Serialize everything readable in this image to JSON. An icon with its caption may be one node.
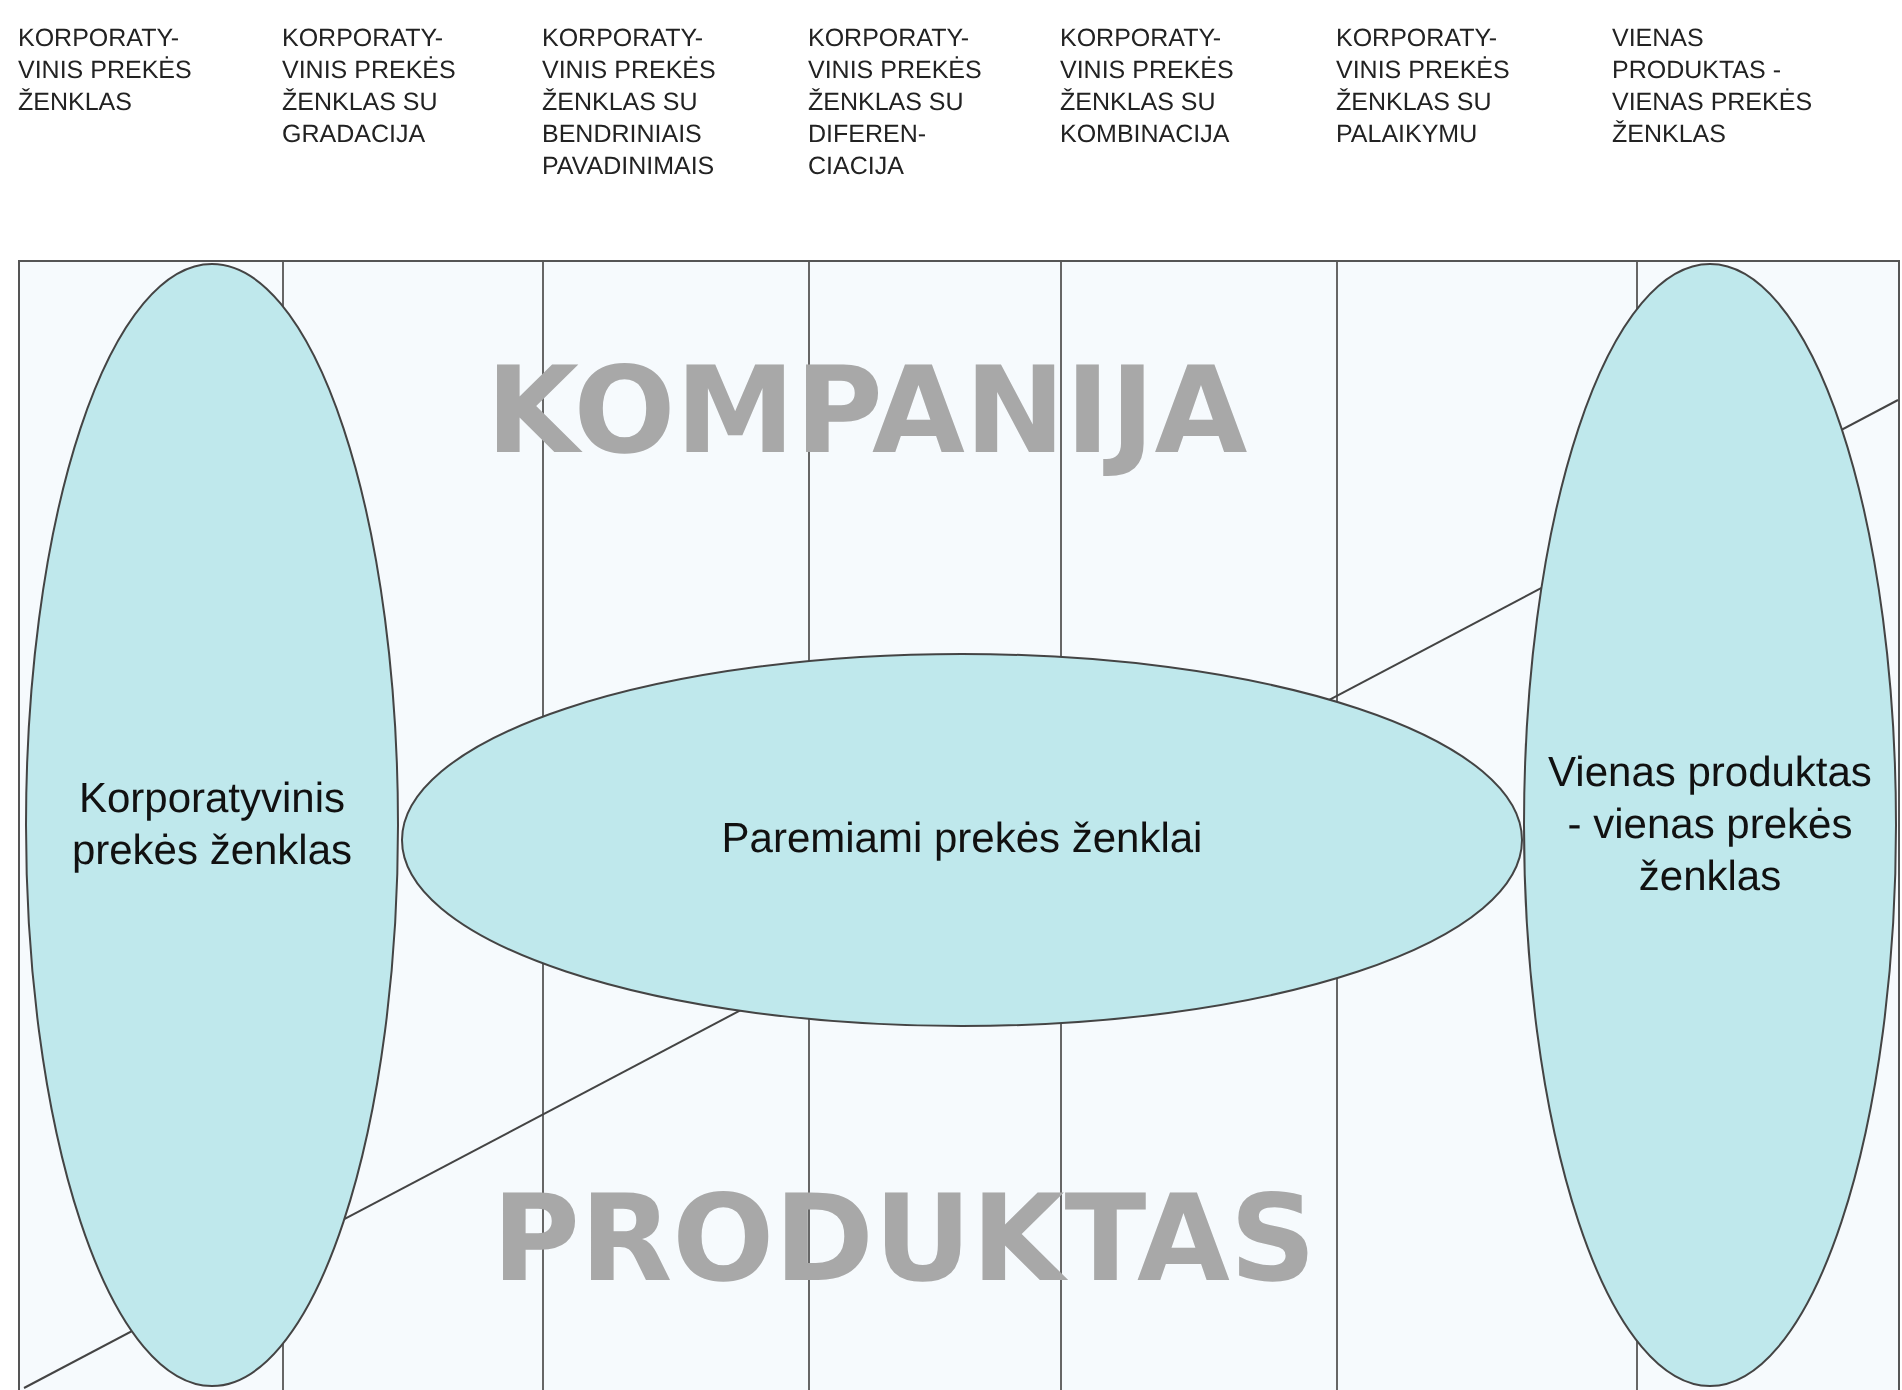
{
  "diagram": {
    "nodes": [
      {
        "text": [
          "Korporatyvinis prekės ženklas"
        ]
      },
      {
        "text": [
          "Paremiami prekės ženklai"
        ]
      },
      {
        "text": [
          "Vienas produktas - vienas prekės ženklas"
        ]
      }
    ],
    "labels": [
      "KORPORATY- VINIS PREKĖS ŽENKLAS",
      "KORPORATY- VINIS PREKĖS ŽENKLAS SU GRADACIJA",
      "KORPORATY- VINIS PREKĖS ŽENKLAS SU BENDRINIAIS PAVADINIMAIS",
      "KORPORATY- VINIS PREKĖS ŽENKLAS SU DIFEREN- CIACIJA",
      "KORPORATY- VINIS PREKĖS ŽENKLAS SU KOMBINACIJA",
      "KORPORATY- VINIS PREKĖS ŽENKLAS SU PALAIKYMU",
      "VIENAS PRODUKTAS - VIENAS PREKĖS ŽENKLAS",
      "KOMPANIJA",
      "PRODUKTAS"
    ]
  }
}
